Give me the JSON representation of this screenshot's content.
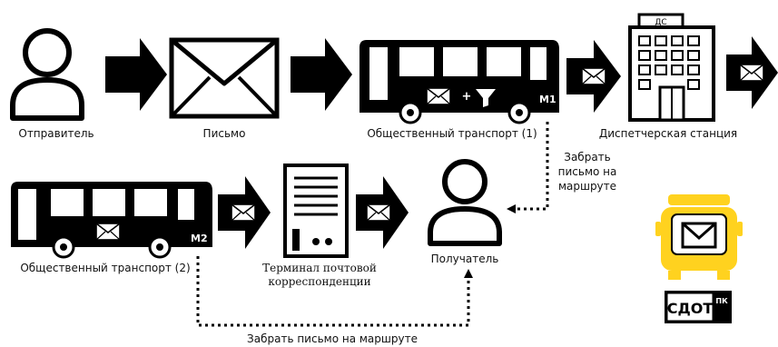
{
  "diagram": {
    "nodes": {
      "sender": {
        "label": "Отправитель"
      },
      "letter": {
        "label": "Письмо"
      },
      "bus1": {
        "label": "Общественный транспорт (1)",
        "badge": "M1",
        "plus": "+"
      },
      "station": {
        "label": "Диспетчерская станция",
        "roof_sign": "ДС"
      },
      "bus2": {
        "label": "Общественный транспорт (2)",
        "badge": "M2"
      },
      "terminal": {
        "label_line1": "Терминал почтовой",
        "label_line2": "корреспонденции"
      },
      "recipient": {
        "label": "Получатель"
      }
    },
    "route_notes": {
      "upper_line1": "Забрать",
      "upper_line2": "письмо на",
      "upper_line3": "маршруте",
      "lower": "Забрать письмо на маршруте"
    },
    "logo": {
      "text": "СДОТ",
      "suffix": "ПК",
      "accent_color": "#FFD21F"
    }
  },
  "colors": {
    "ink": "#000000",
    "accent": "#FFD21F",
    "background": "#FFFFFF"
  }
}
